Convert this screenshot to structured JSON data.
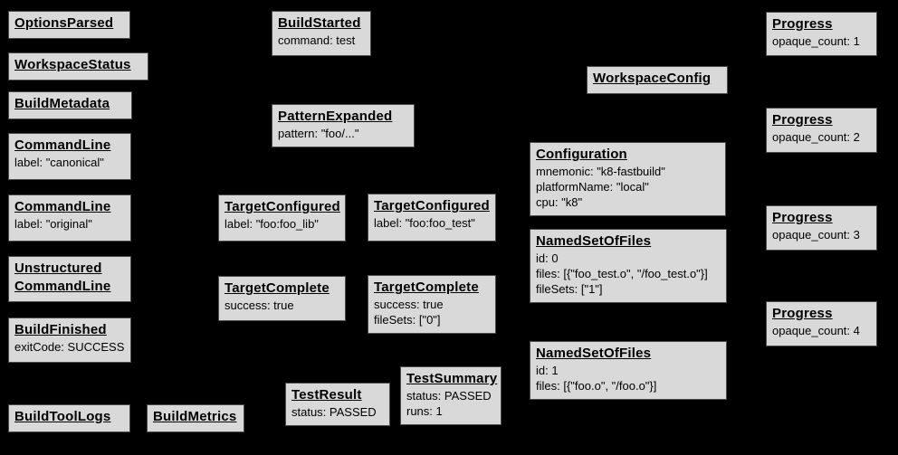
{
  "diagram": {
    "description": "Build event protocol event graph",
    "colors": {
      "background": "#000000",
      "box_fill": "#d9d9d9",
      "box_border": "#4b4b4b",
      "text": "#000000"
    },
    "nodes": [
      {
        "title": "OptionsParsed",
        "lines": []
      },
      {
        "title": "WorkspaceStatus",
        "lines": []
      },
      {
        "title": "BuildMetadata",
        "lines": []
      },
      {
        "title": "CommandLine",
        "lines": [
          "label: \"canonical\""
        ]
      },
      {
        "title": "CommandLine",
        "lines": [
          "label: \"original\""
        ]
      },
      {
        "title": "Unstructured CommandLine",
        "lines": []
      },
      {
        "title": "BuildFinished",
        "lines": [
          "exitCode: SUCCESS"
        ]
      },
      {
        "title": "BuildToolLogs",
        "lines": []
      },
      {
        "title": "BuildMetrics",
        "lines": []
      },
      {
        "title": "BuildStarted",
        "lines": [
          "command: test"
        ]
      },
      {
        "title": "PatternExpanded",
        "lines": [
          "pattern: \"foo/...\""
        ]
      },
      {
        "title": "TargetConfigured",
        "lines": [
          "label: \"foo:foo_lib\""
        ]
      },
      {
        "title": "TargetConfigured",
        "lines": [
          "label: \"foo:foo_test\""
        ]
      },
      {
        "title": "TargetComplete",
        "lines": [
          "success: true"
        ]
      },
      {
        "title": "TargetComplete",
        "lines": [
          "success: true",
          "fileSets: [\"0\"]"
        ]
      },
      {
        "title": "TestResult",
        "lines": [
          "status: PASSED"
        ]
      },
      {
        "title": "TestSummary",
        "lines": [
          "status: PASSED",
          "runs: 1"
        ]
      },
      {
        "title": "WorkspaceConfig",
        "lines": []
      },
      {
        "title": "Configuration",
        "lines": [
          "mnemonic: \"k8-fastbuild\"",
          "platformName: \"local\"",
          "cpu: \"k8\""
        ]
      },
      {
        "title": "NamedSetOfFiles",
        "lines": [
          "id: 0",
          "files: [{\"foo_test.o\", \"/foo_test.o\"}]",
          "fileSets: [\"1\"]"
        ]
      },
      {
        "title": "NamedSetOfFiles",
        "lines": [
          "id: 1",
          "files: [{\"foo.o\", \"/foo.o\"}]"
        ]
      },
      {
        "title": "Progress",
        "lines": [
          "opaque_count: 1"
        ]
      },
      {
        "title": "Progress",
        "lines": [
          "opaque_count: 2"
        ]
      },
      {
        "title": "Progress",
        "lines": [
          "opaque_count: 3"
        ]
      },
      {
        "title": "Progress",
        "lines": [
          "opaque_count: 4"
        ]
      }
    ]
  }
}
